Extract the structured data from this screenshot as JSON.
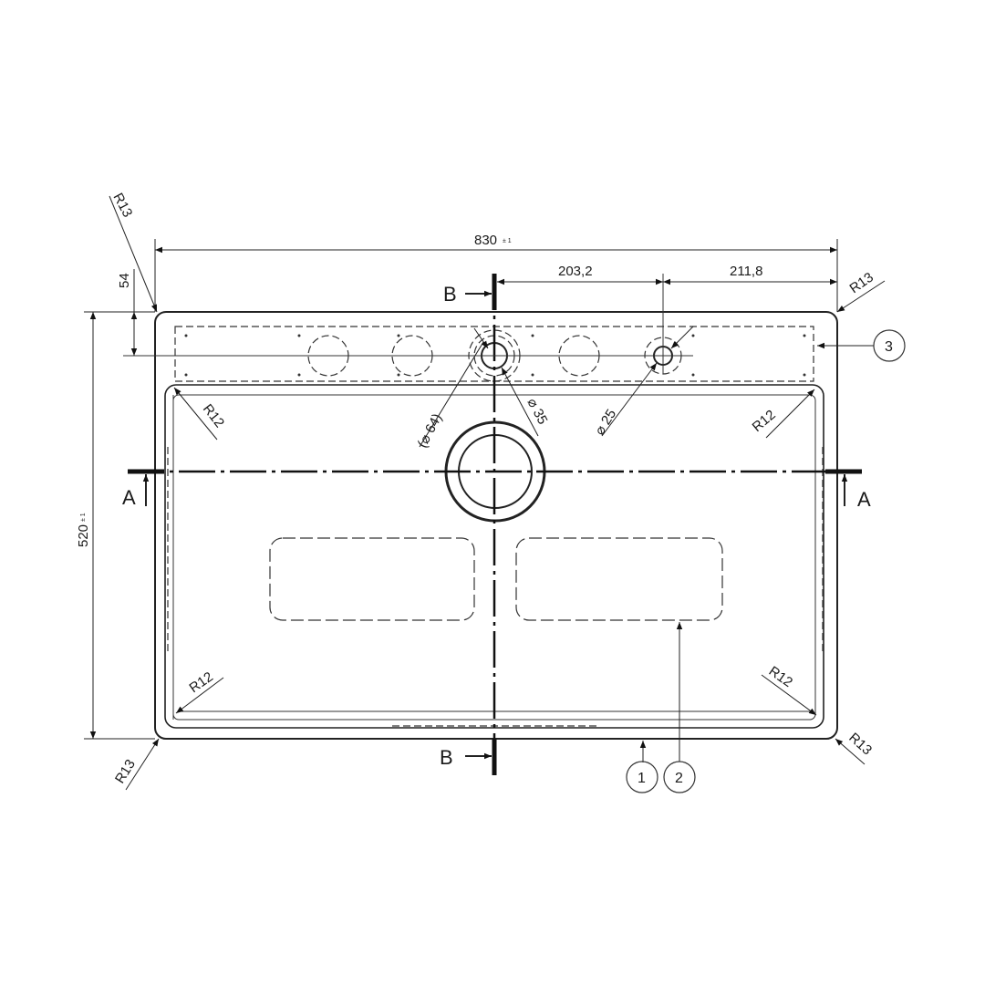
{
  "drawing": {
    "title": "Sink top view technical drawing",
    "dimensions": {
      "overall_width": "830",
      "overall_width_tol": "± 1",
      "overall_height": "520",
      "overall_height_tol": "± 1",
      "top_strip": "54",
      "tap_hole_offset_left": "203,2",
      "tap_hole_offset_right": "211,8"
    },
    "radii": {
      "outer_top_left": "R13",
      "outer_top_right": "R13",
      "outer_bottom_left": "R13",
      "outer_bottom_right": "R13",
      "inner_top_left": "R12",
      "inner_top_right": "R12",
      "inner_bottom_left": "R12",
      "inner_bottom_right": "R12"
    },
    "diameters": {
      "tap_outer": "(⌀ 64)",
      "tap_inner": "⌀ 35",
      "small_hole": "⌀ 25"
    },
    "sections": {
      "a_left": "A",
      "a_right": "A",
      "b_top": "B",
      "b_bottom": "B"
    },
    "callouts": [
      "1",
      "2",
      "3"
    ]
  }
}
